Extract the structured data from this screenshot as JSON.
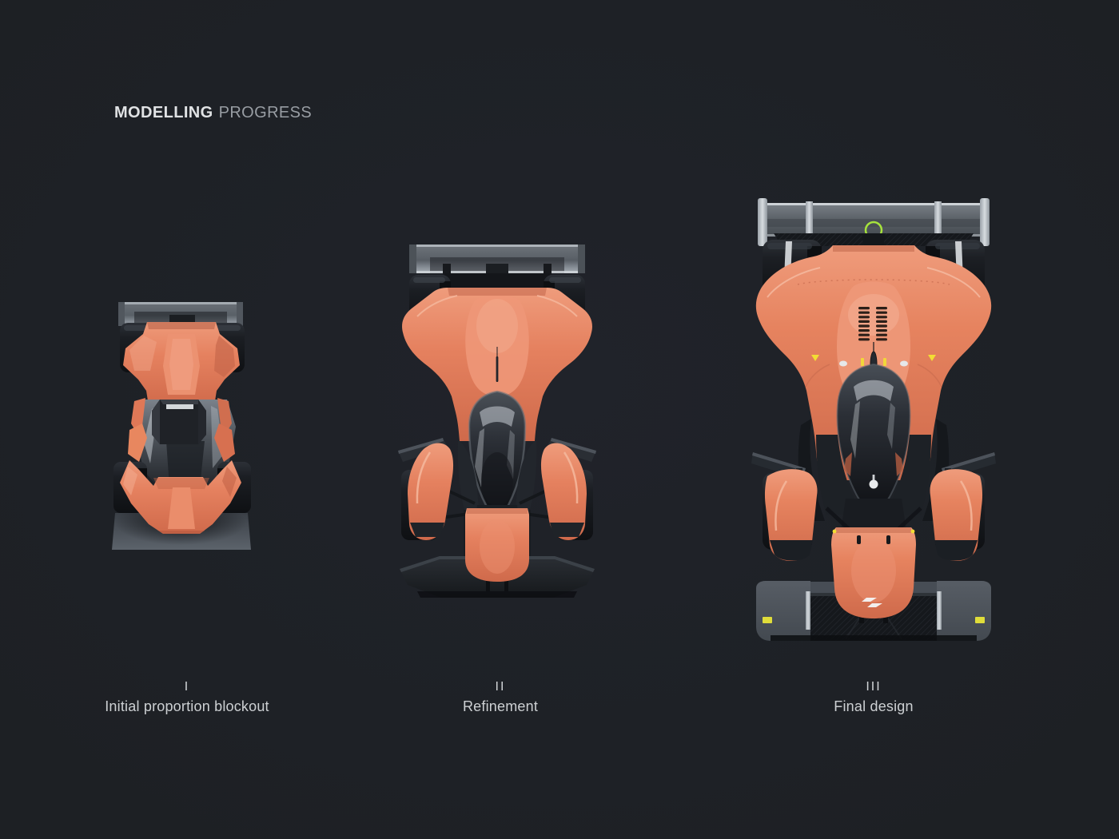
{
  "header": {
    "title_primary": "MODELLING",
    "title_secondary": "PROGRESS"
  },
  "stages": [
    {
      "numeral": "I",
      "caption": "Initial proportion blockout"
    },
    {
      "numeral": "II",
      "caption": "Refinement"
    },
    {
      "numeral": "III",
      "caption": "Final design"
    }
  ],
  "colors": {
    "background": "#1d2024",
    "body_orange": "#e5815f",
    "carbon_black": "#17191d",
    "wing_gray": "#7d848b",
    "silver": "#c6cbd0",
    "lime_accent": "#b9e23c",
    "title_primary": "#e0e2e4",
    "title_secondary": "#989da3",
    "caption_text": "#cdd0d3"
  }
}
